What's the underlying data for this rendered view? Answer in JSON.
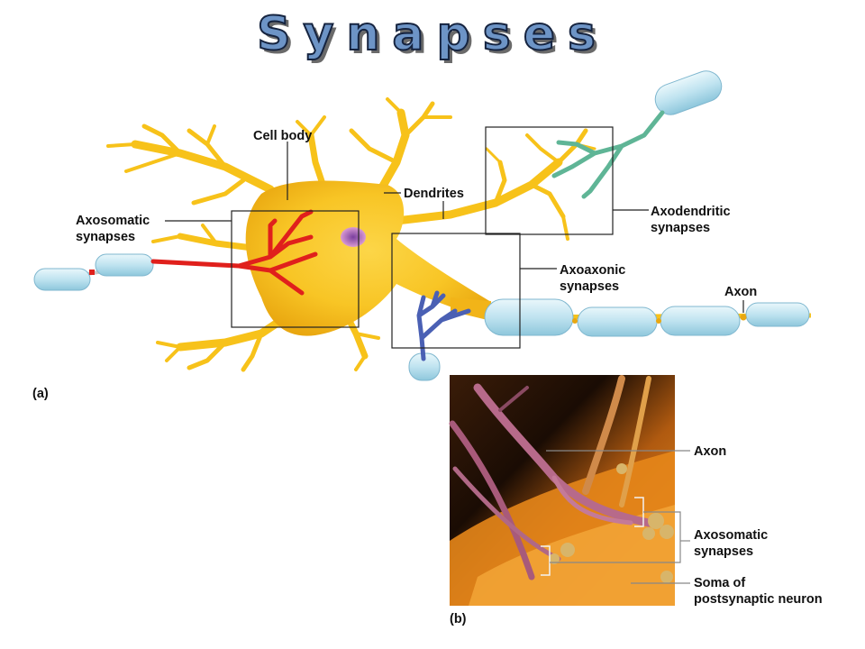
{
  "title": "Synapses",
  "panel_a": {
    "letter": "(a)",
    "labels": {
      "cell_body": "Cell body",
      "dendrites": "Dendrites",
      "axosomatic": [
        "Axosomatic",
        "synapses"
      ],
      "axodendritic": [
        "Axodendritic",
        "synapses"
      ],
      "axoaxonic": [
        "Axoaxonic",
        "synapses"
      ],
      "axon": "Axon"
    },
    "colors": {
      "neuron": "#f7c21a",
      "myelin": "#bfe3f0",
      "axosomatic_terminal": "#e0201c",
      "axodendritic_terminal": "#5fb596",
      "axoaxonic_terminal": "#4a60b4"
    }
  },
  "panel_b": {
    "letter": "(b)",
    "labels": {
      "axon": "Axon",
      "axosomatic": [
        "Axosomatic",
        "synapses"
      ],
      "soma": [
        "Soma of",
        "postsynaptic neuron"
      ]
    }
  }
}
